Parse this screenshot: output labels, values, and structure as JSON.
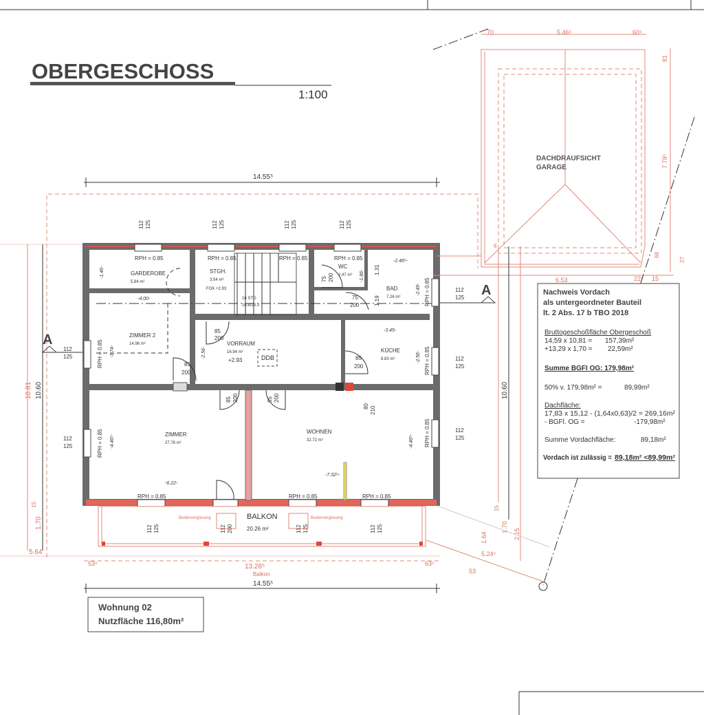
{
  "header": {
    "title": "OBERGESCHOSS",
    "scale": "1:100"
  },
  "dimensions": {
    "top_total": "14.55⁵",
    "bottom_total": "14.55⁵",
    "balkon_width": "13.28⁵",
    "balkon_label": "Balkon",
    "balkon_left": "53⁵",
    "balkon_right": "63⁵",
    "left_outer": "10.81",
    "left_inner": "10.60",
    "left_balkon": "1.70",
    "left_small": "15",
    "left_offset": "5.64",
    "right_inner": "10.60",
    "right_small_15": "15",
    "right_170": "1.70",
    "right_215": "2.15",
    "right_164": "1.64",
    "diag_524": "5.24⁵",
    "diag_53": "53",
    "bad_131": "1.31",
    "bad_119": "1.19"
  },
  "garage": {
    "label_line1": "DACHDRAUFSICHT",
    "label_line2": "GARAGE",
    "dim_70": "70",
    "dim_546": "5.46⁵",
    "dim_60": "60⁵",
    "dim_81": "81",
    "dim_779": "7.79⁵",
    "dim_653": "6.53",
    "dim_22": "22⁵",
    "dim_15": "15",
    "dim_68": "68",
    "dim_27": "27",
    "dim_6": "6"
  },
  "section_marker": "A",
  "rooms": [
    {
      "name": "GARDEROBE",
      "area": "5.84 m²"
    },
    {
      "name": "STGH.",
      "area": "3.54 m²"
    },
    {
      "name": "WC",
      "area": "2.47 m²"
    },
    {
      "name": "BAD",
      "area": "7.26 m²"
    },
    {
      "name": "ZIMMER 2",
      "area": "14.96 m²"
    },
    {
      "name": "VORRAUM",
      "area": "16.94 m²"
    },
    {
      "name": "KÜCHE",
      "area": "8.83 m²"
    },
    {
      "name": "ZIMMER",
      "area": "27.78 m²"
    },
    {
      "name": "WOHNEN",
      "area": "32.72 m²"
    },
    {
      "name": "BALKON",
      "area": "20.26 m²"
    }
  ],
  "annotations": {
    "rph": "RPH = 0.85",
    "fok": "FOK +2.93",
    "stairs_count": "16 STG",
    "stairs_ratio": "16.8/29.3",
    "level": "+2.93",
    "ddb": "DDB",
    "bodenverglasung": "Bodenverglasung",
    "win_w": "112",
    "win_h": "125",
    "door_85": "85",
    "door_200": "200",
    "door_75": "75",
    "door_80": "80",
    "door_210": "210",
    "door_112": "112",
    "h_146": "-1.46-",
    "h_400": "-4.00-",
    "h_374": "-3.74-",
    "h_256a": "-2.56-",
    "h_246": "-2.46⁵-",
    "h_249": "-2.49-",
    "h_345": "-3.45-",
    "h_256b": "-2.56-",
    "h_186": "-1.86-",
    "h_446a": "-4.46⁵-",
    "h_446b": "-4.46⁵-",
    "h_622": "-6.22-",
    "h_732": "-7.32⁵-"
  },
  "nachweis": {
    "title1": "Nachweis Vordach",
    "title2": "als untergeordneter Bauteil",
    "title3": "lt. 2 Abs. 17 b TBO 2018",
    "bgf_head": "Bruttogeschoßfläche Obergeschoß",
    "row1_calc": "14,59 x 10,81 =",
    "row1_val": "157,39m²",
    "row2_calc": "+13,29 x 1,70 =",
    "row2_val": "22,59m²",
    "summe_bgfi": "Summe BGFI OG: 179,98m²",
    "half_calc": "50% v. 179,98m² =",
    "half_val": "89,99m²",
    "dach_head": "Dachfläche:",
    "dach_calc": "17,83 x 15,12 - (1,64x0,63)/2 = 269,16m²",
    "bgfi_calc": "- BGFl. OG    =",
    "bgfi_val": "-179,98m²",
    "summe_vordach": "Summe Vordachfläche:",
    "summe_vordach_val": "89,18m²",
    "result_label": "Vordach ist zulässig =",
    "result_val": "89,18m² <89,99m²"
  },
  "unit_box": {
    "line1": "Wohnung 02",
    "line2": "Nutzfläche 116,80m²"
  }
}
